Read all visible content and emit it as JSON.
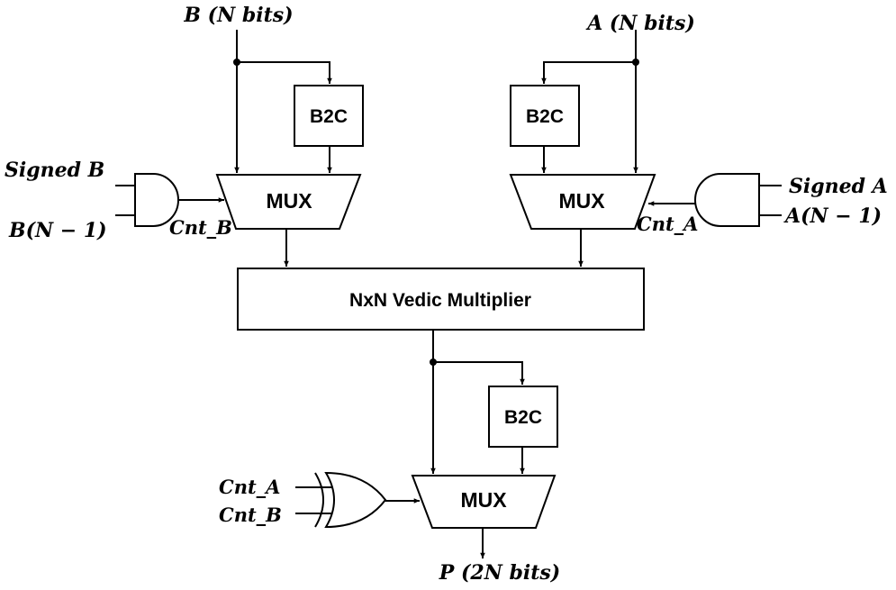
{
  "signals": {
    "b_in": "B (N bits)",
    "a_in": "A (N bits)",
    "signed_b": "Signed B",
    "b_msb": "B(N − 1)",
    "cnt_b": "Cnt_B",
    "signed_a": "Signed A",
    "a_msb": "A(N − 1)",
    "cnt_a": "Cnt_A",
    "xor_in_a": "Cnt_A",
    "xor_in_b": "Cnt_B",
    "p_out": "P (2N bits)"
  },
  "blocks": {
    "b2c_b": "B2C",
    "b2c_a": "B2C",
    "b2c_p": "B2C",
    "mux_b": "MUX",
    "mux_a": "MUX",
    "mux_p": "MUX",
    "multiplier": "NxN Vedic Multiplier"
  }
}
